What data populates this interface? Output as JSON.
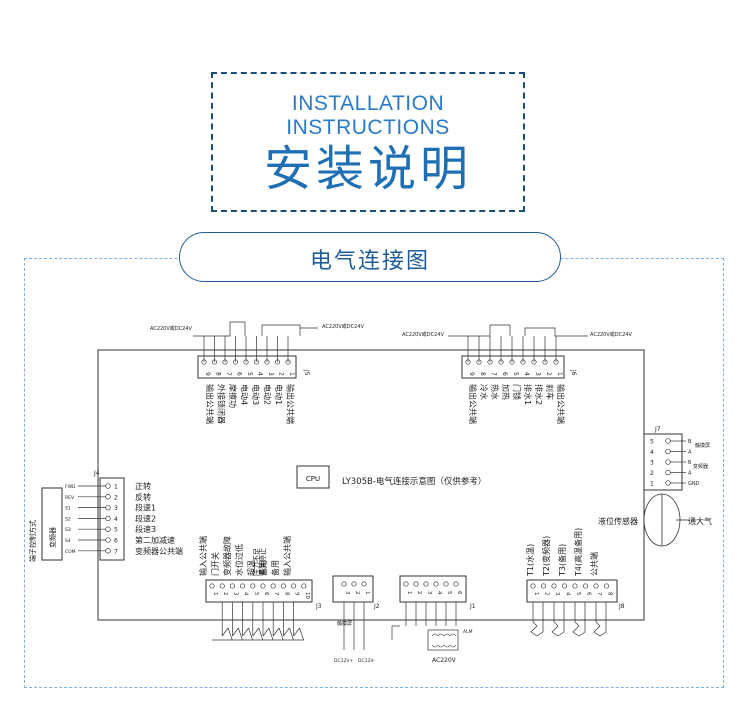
{
  "header": {
    "title_en": "INSTALLATION INSTRUCTIONS",
    "title_zh": "安装说明"
  },
  "section": {
    "title": "电气连接图"
  },
  "board": {
    "cpu": "CPU",
    "caption": "LY305B-电气连接示意图（仅供参考）",
    "top_left": {
      "supply": "AC220V或DC24V",
      "pins": [
        "9",
        "8",
        "7",
        "6",
        "5",
        "4",
        "3",
        "2",
        "1"
      ],
      "id": "J5",
      "labels": [
        "输出公共端",
        "外接锁闭器",
        "摩擦功",
        "电动4",
        "电动3",
        "电动2",
        "电动1",
        "输出公共端"
      ]
    },
    "top_right": {
      "supply_left": "AC220V或DC24V",
      "supply_right": "AC220V或DC24V",
      "pins": [
        "9",
        "8",
        "7",
        "6",
        "5",
        "4",
        "3",
        "2",
        "1"
      ],
      "id": "J6",
      "labels": [
        "输出公共端",
        "冷水",
        "热水",
        "加热",
        "门锁",
        "排水1",
        "排水2",
        "刹车",
        "输出公共端"
      ]
    },
    "j4": {
      "id": "J4",
      "vertical_label": "端子控制方式",
      "device": "变频器",
      "wires": [
        "FWD",
        "REV",
        "S1",
        "S2",
        "S3",
        "S4",
        "COM"
      ],
      "pins": [
        "1",
        "2",
        "3",
        "4",
        "5",
        "6",
        "7"
      ],
      "labels": [
        "正转",
        "反转",
        "段速1",
        "段速2",
        "段速3",
        "第二加减速",
        "变频器公共端"
      ]
    },
    "j7": {
      "id": "J7",
      "pins": [
        "5",
        "4",
        "3",
        "2",
        "1"
      ],
      "labels": [
        "B",
        "A",
        "B",
        "A",
        "GND"
      ],
      "notes": [
        "触摸屏",
        "变频器"
      ]
    },
    "j3": {
      "id": "J3",
      "pins": [
        "1",
        "2",
        "3",
        "4",
        "5",
        "6",
        "7",
        "8",
        "9",
        "10"
      ],
      "labels": [
        "输入公共端",
        "门开关",
        "变频器故障",
        "水位过低",
        "超温",
        "备用",
        "备用",
        "输入公共端"
      ],
      "extra_labels": [
        "压力不足",
        "紧急停止"
      ]
    },
    "j2": {
      "id": "J2",
      "pins": [
        "3",
        "2",
        "1"
      ],
      "a": "触摸屏",
      "b": "DC12V+",
      "c": "DC12V-"
    },
    "j1": {
      "id": "J1",
      "pins": [
        "1",
        "2",
        "3",
        "4",
        "5",
        "6"
      ],
      "transformer": "AC220V",
      "alarm": "ALM"
    },
    "j8": {
      "id": "J8",
      "pins": [
        "1",
        "2",
        "3",
        "4",
        "5",
        "6",
        "7",
        "8"
      ],
      "labels": [
        "T1(水温)",
        "T2(变频器)",
        "T3(备用)",
        "T4(高温备用)",
        "公共端"
      ]
    },
    "sensor": {
      "label": "液位传感器",
      "vent": "通大气"
    }
  }
}
